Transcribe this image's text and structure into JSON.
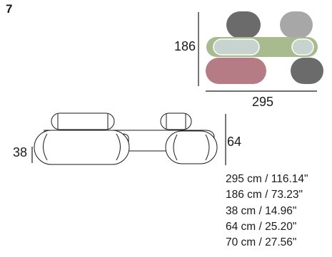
{
  "config_number": "7",
  "top_view": {
    "depth_label": "186",
    "width_label": "295",
    "colors": {
      "dark_grey": "#6b6b6b",
      "light_grey": "#a7a7a7",
      "sage": "#a8bb8e",
      "sage_light": "#c7d3cf",
      "dusty_rose": "#b67c86",
      "line": "#1a1a1a"
    }
  },
  "front_view": {
    "seat_height_label": "38",
    "height_label": "64"
  },
  "specs": [
    "295 cm / 116.14\"",
    "186 cm / 73.23\"",
    "38 cm / 14.96\"",
    "64 cm / 25.20\"",
    "70 cm / 27.56\""
  ]
}
